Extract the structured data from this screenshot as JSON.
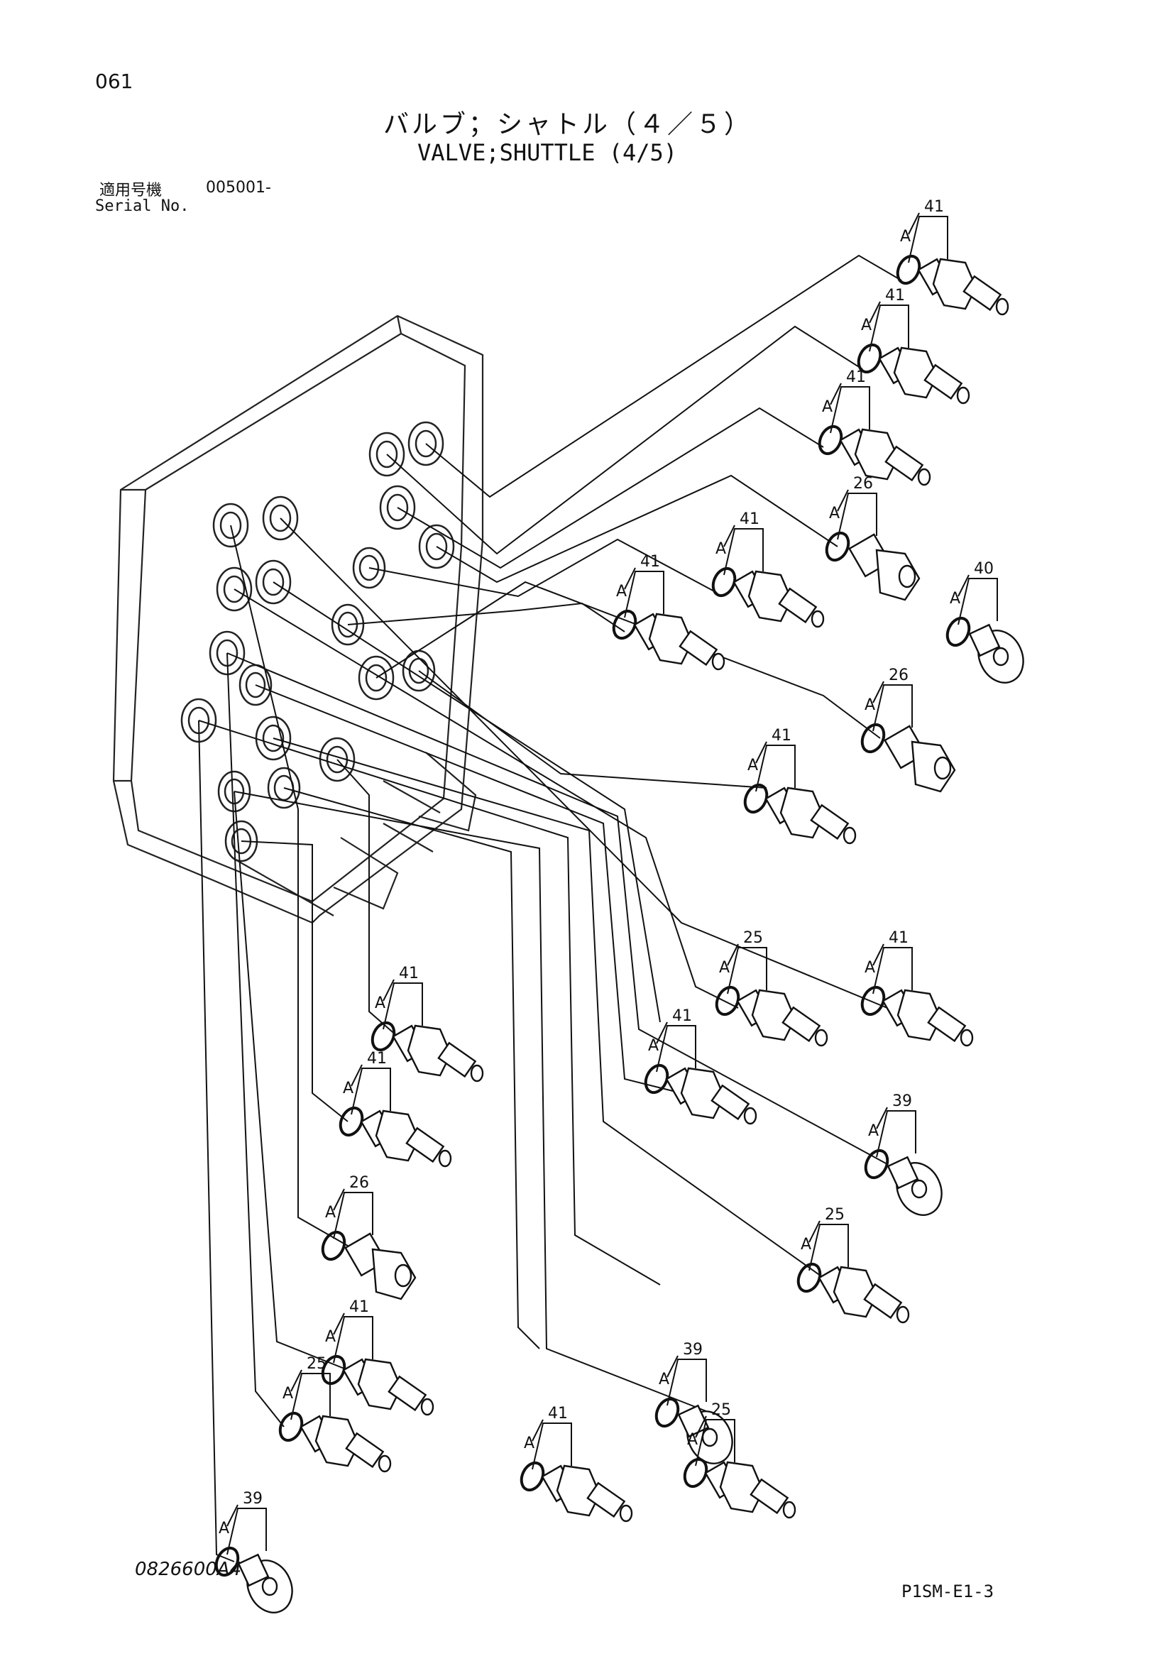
{
  "page_number": "061",
  "title_jp": "バルブ；シャトル（４／５）",
  "title_en": "VALVE;SHUTTLE (4/5)",
  "serial": {
    "label_jp": "適用号機",
    "code": "005001-",
    "label_en": "Serial No."
  },
  "drawing_number": "0826600A4",
  "figure_code": "P1SM-E1-3",
  "seal_label": "A",
  "callouts": [
    "41",
    "41",
    "41",
    "41",
    "41",
    "26",
    "40",
    "26",
    "41",
    "41",
    "25",
    "41",
    "41",
    "41",
    "39",
    "26",
    "25",
    "39",
    "41",
    "25",
    "41",
    "25",
    "39"
  ]
}
